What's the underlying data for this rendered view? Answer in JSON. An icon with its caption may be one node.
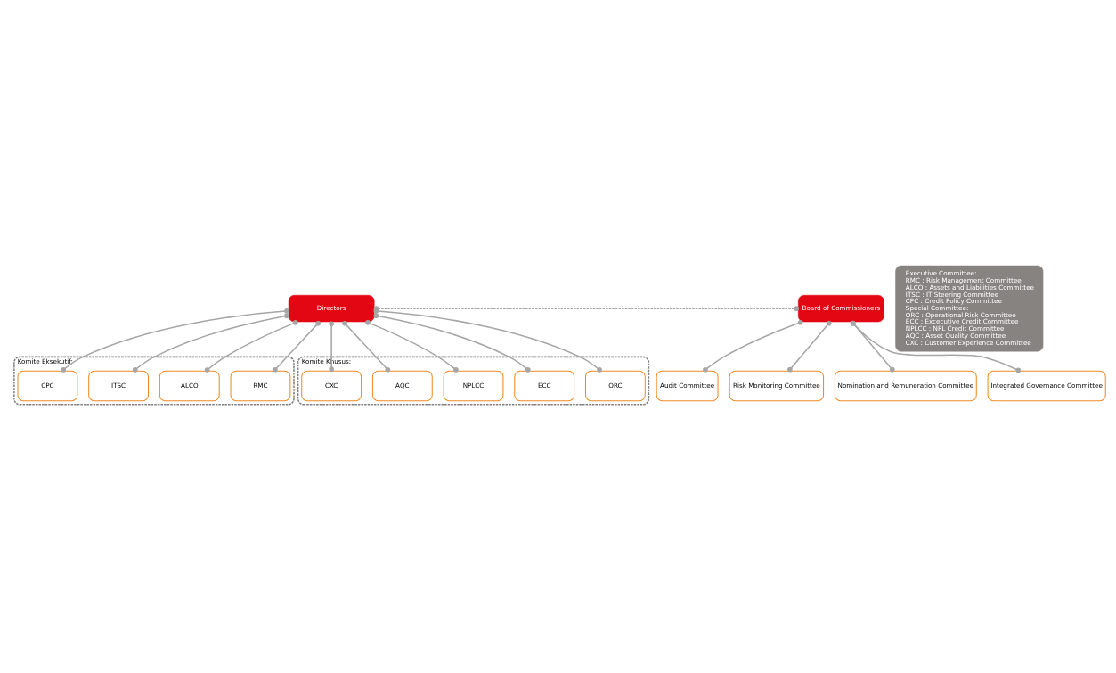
{
  "diagram": {
    "nodes": [
      {
        "text": [
          "Directors"
        ]
      },
      {
        "text": [
          "Board of Commissioners"
        ]
      },
      {
        "text": [
          "Komite Eksekutif:"
        ]
      },
      {
        "text": [
          "RMC"
        ],
        "in": 2
      },
      {
        "text": [
          "ALCO"
        ],
        "in": 2
      },
      {
        "text": [
          "ITSC"
        ],
        "in": 2
      },
      {
        "text": [
          "CPC"
        ],
        "in": 2
      },
      {
        "text": [
          "Komite Khusus:"
        ]
      },
      {
        "text": [
          "ORC"
        ],
        "in": 7
      },
      {
        "text": [
          "ECC"
        ],
        "in": 7
      },
      {
        "text": [
          "NPLCC"
        ],
        "in": 7
      },
      {
        "text": [
          "AQC"
        ],
        "in": 7
      },
      {
        "text": [
          "CXC"
        ],
        "in": 7
      },
      {
        "text": [
          "Audit Committee"
        ]
      },
      {
        "text": [
          "Risk Monitoring Committee"
        ]
      },
      {
        "text": [
          "Nomination and Remuneration Committee"
        ]
      },
      {
        "text": [
          "Integrated Governance Committee"
        ]
      },
      {
        "text": [
          "Executive Committee:",
          "RMC : Risk Management Committee",
          "ALCO : Assets and Liabilities Committee",
          "ITSC : IT Steering Committee",
          "CPC : Credit Policy Committee",
          "Special Committee:",
          "ORC : Operational Risk Committee",
          "ECC : Excecutive Credit Committee",
          "NPLCC : NPL Credit Committee",
          "AQC : Asset Quality Committee",
          "CXC : Customer Experience Committee"
        ]
      }
    ],
    "edges": [
      {
        "from": 0,
        "to": 1,
        "arrow": "other",
        "style": "dashed"
      },
      {
        "from": 0,
        "to": 3,
        "arrow": "other"
      },
      {
        "from": 0,
        "to": 4,
        "arrow": "other"
      },
      {
        "from": 0,
        "to": 5,
        "arrow": "other"
      },
      {
        "from": 0,
        "to": 6,
        "arrow": "other"
      },
      {
        "from": 0,
        "to": 8,
        "arrow": "other"
      },
      {
        "from": 0,
        "to": 9,
        "arrow": "other"
      },
      {
        "from": 0,
        "to": 10,
        "arrow": "other"
      },
      {
        "from": 0,
        "to": 11,
        "arrow": "other"
      },
      {
        "from": 0,
        "to": 12,
        "arrow": "other"
      },
      {
        "from": 1,
        "to": 13,
        "arrow": "other"
      },
      {
        "from": 1,
        "to": 14,
        "arrow": "other"
      },
      {
        "from": 1,
        "to": 15,
        "arrow": "other"
      },
      {
        "from": 1,
        "to": 16,
        "arrow": "other"
      }
    ]
  }
}
